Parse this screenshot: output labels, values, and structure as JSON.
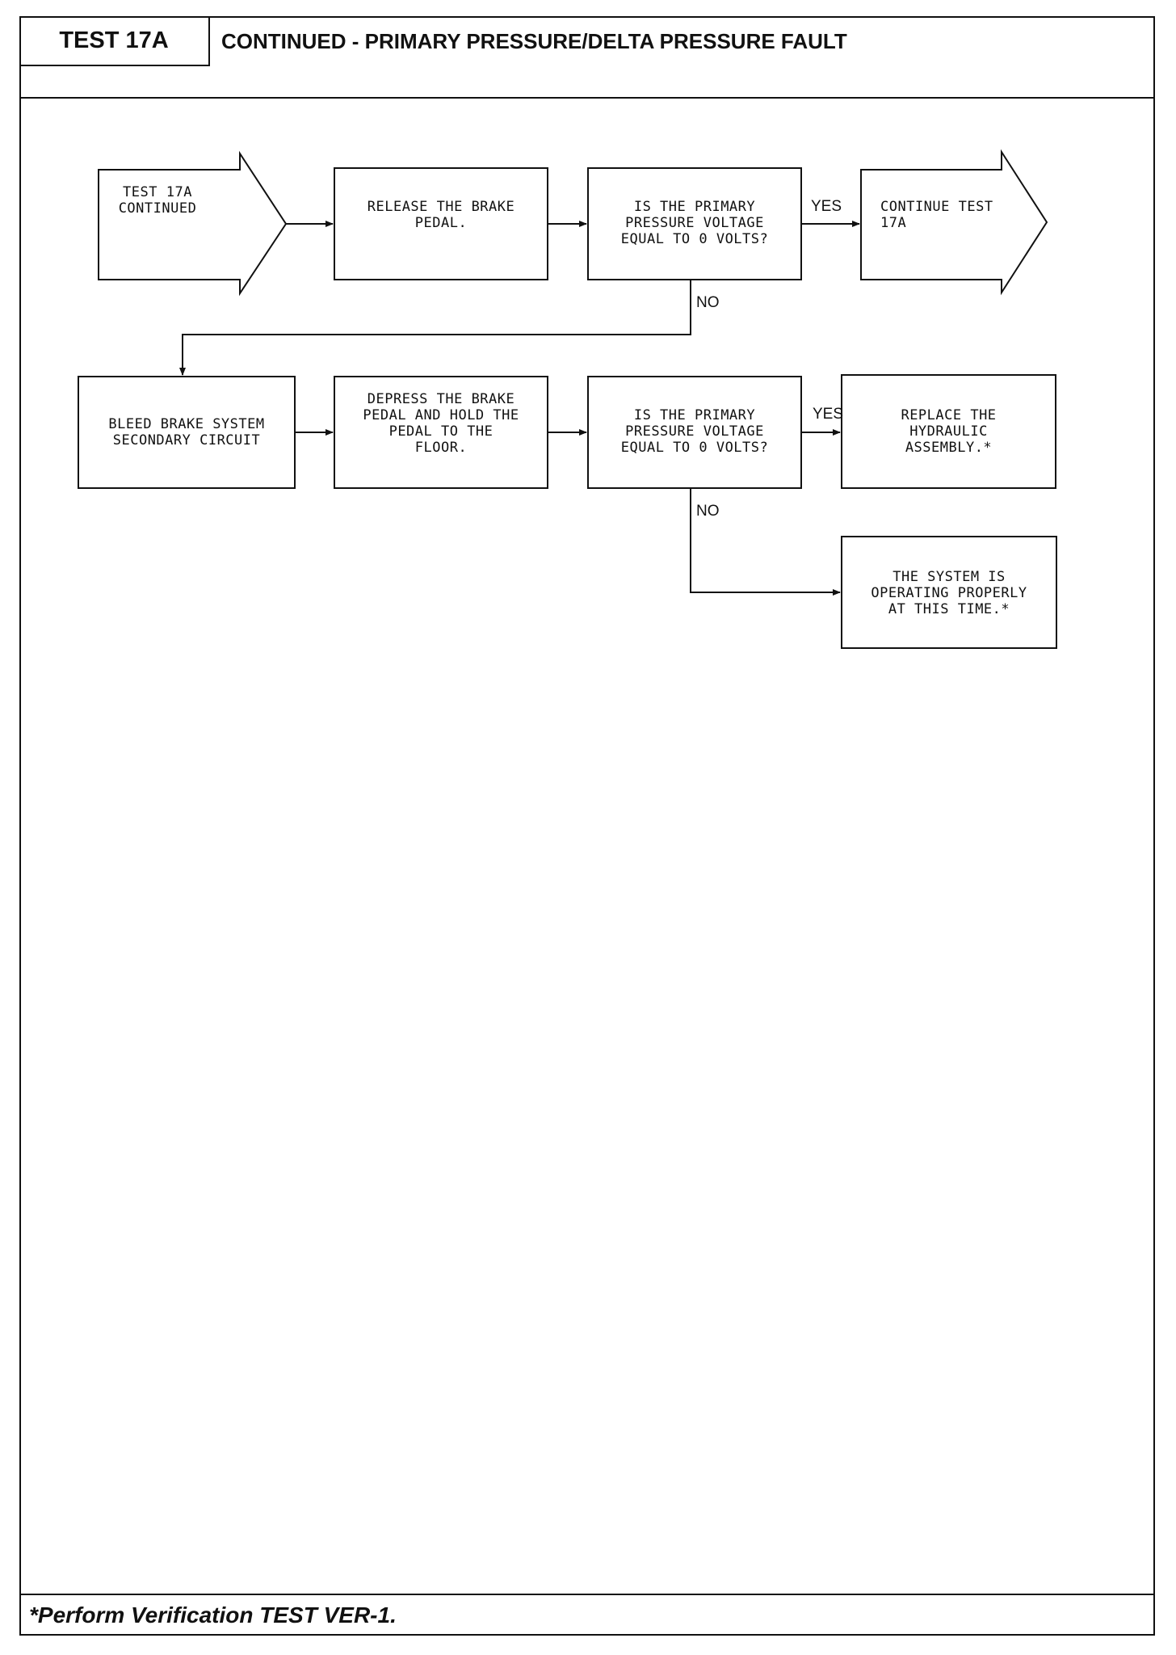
{
  "header": {
    "test_label": "TEST 17A",
    "title": "CONTINUED - PRIMARY PRESSURE/DELTA PRESSURE FAULT"
  },
  "nodes": {
    "start": "TEST 17A\nCONTINUED",
    "release": "RELEASE THE BRAKE\nPEDAL.",
    "question1": "IS THE PRIMARY\nPRESSURE VOLTAGE\nEQUAL TO 0 VOLTS?",
    "continue": "CONTINUE TEST\n17A",
    "bleed": "BLEED BRAKE SYSTEM\nSECONDARY CIRCUIT",
    "depress": "DEPRESS THE BRAKE\nPEDAL AND HOLD THE\nPEDAL TO THE\nFLOOR.",
    "question2": "IS THE PRIMARY\nPRESSURE VOLTAGE\nEQUAL TO 0 VOLTS?",
    "replace": "REPLACE THE\nHYDRAULIC\nASSEMBLY.*",
    "ok": "THE SYSTEM IS\nOPERATING PROPERLY\nAT THIS TIME.*"
  },
  "edges": {
    "yes1": "YES",
    "no1": "NO",
    "yes2": "YES",
    "no2": "NO"
  },
  "footer": {
    "note": "*Perform Verification TEST VER-1."
  }
}
